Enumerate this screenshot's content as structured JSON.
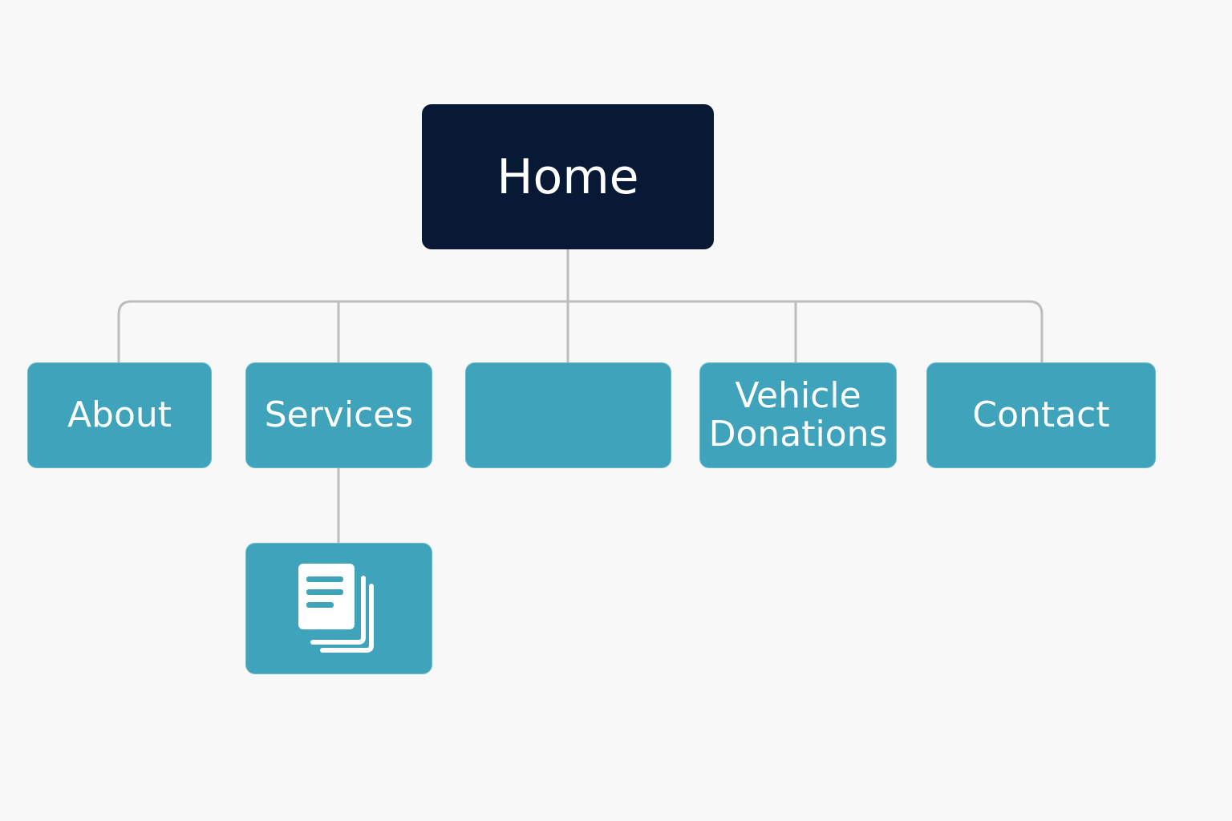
{
  "colors": {
    "background": "#f8f8f8",
    "root_fill": "#081935",
    "node_fill": "#3ea3bb",
    "connector": "#bdbdbd",
    "icon": "#ffffff"
  },
  "root": {
    "label": "Home"
  },
  "children": [
    {
      "id": "about",
      "label": "About"
    },
    {
      "id": "services",
      "label": "Services"
    },
    {
      "id": "blank",
      "label": ""
    },
    {
      "id": "vehicle-donations",
      "label": "Vehicle\nDonations"
    },
    {
      "id": "contact",
      "label": "Contact"
    }
  ],
  "services_child": {
    "icon": "documents-icon"
  }
}
